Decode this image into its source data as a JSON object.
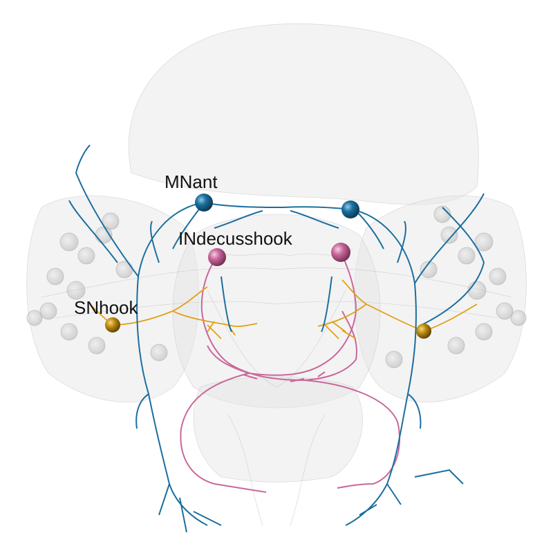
{
  "labels": {
    "mnant": "MNant",
    "indecusshook": "INdecusshook",
    "snhook": "SNhook"
  },
  "colors": {
    "mnant": "#1b6e9e",
    "indecusshook": "#c9679b",
    "snhook": "#e2a012",
    "snhook_soma": "#b8860b",
    "mesh": "#d8d8d8",
    "background_neurons": "#bdbdbd"
  }
}
